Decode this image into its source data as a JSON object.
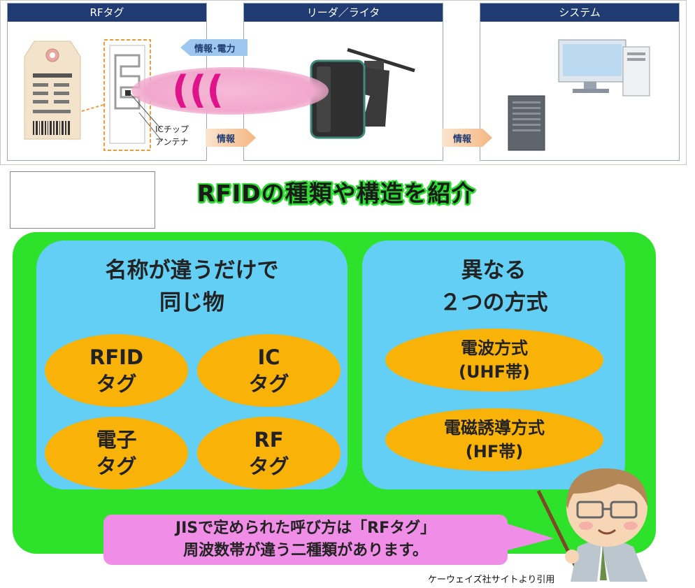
{
  "diagram": {
    "panels": [
      {
        "header": "RFタグ"
      },
      {
        "header": "リーダ／ライタ"
      },
      {
        "header": "システム"
      }
    ],
    "arrow_top": "情報･電力",
    "arrow_info_1": "情報",
    "arrow_info_2": "情報",
    "label_ic_chip": "ICチップ",
    "label_antenna": "アンテナ"
  },
  "title": "RFIDの種類や構造を紹介",
  "left_box": {
    "title_line1": "名称が違うだけで",
    "title_line2": "同じ物",
    "pills": [
      {
        "line1": "RFID",
        "line2": "タグ"
      },
      {
        "line1": "IC",
        "line2": "タグ"
      },
      {
        "line1": "電子",
        "line2": "タグ"
      },
      {
        "line1": "RF",
        "line2": "タグ"
      }
    ]
  },
  "right_box": {
    "title_line1": "異なる",
    "title_line2": "２つの方式",
    "pills": [
      {
        "line1": "電波方式",
        "line2": "(UHF帯)"
      },
      {
        "line1": "電磁誘導方式",
        "line2": "(HF帯)"
      }
    ]
  },
  "bubble": {
    "line1": "JISで定められた呼び方は「RFタグ」",
    "line2": "周波数帯が違う二種類があります。"
  },
  "credit": "ケーウェイズ社サイトより引用",
  "colors": {
    "header_navy": "#1f3b72",
    "green": "#2ee12a",
    "blue": "#63cff4",
    "pill_orange": "#f9b208",
    "bubble_pink": "#f08ee7",
    "wave_magenta": "#e0148a"
  }
}
